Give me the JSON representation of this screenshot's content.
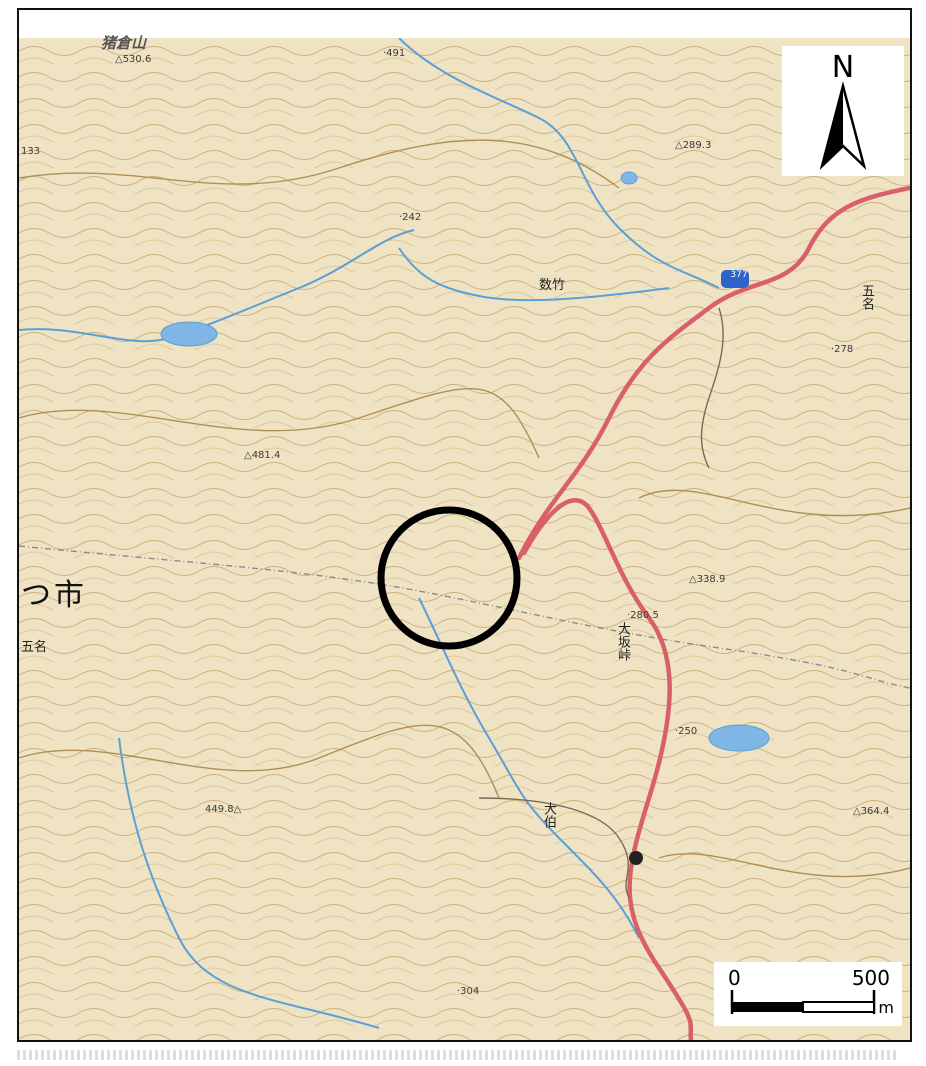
{
  "map": {
    "labels": {
      "mountain_name": "猪倉山",
      "city_fragment": "つ市",
      "left_place": "五名",
      "right_place": "五名",
      "village_top": "数竹",
      "pass": "大坂峠",
      "village_bottom": "大伯",
      "route_shield": "377"
    },
    "elevations": {
      "e1": "△530.6",
      "e2": "·491",
      "e3": "△289.3",
      "e4": "·242",
      "e5": "·278",
      "e6": "△481.4",
      "e7": "△338.9",
      "e8": "·280.5",
      "e9": "·250",
      "e10": "449.8△",
      "e11": "△364.4",
      "e12": "·304",
      "e13": "133"
    }
  },
  "north_arrow": {
    "letter": "N"
  },
  "scale_bar": {
    "min": "0",
    "max": "500",
    "unit": "m"
  },
  "colors": {
    "terrain": "#efe3c4",
    "contour": "#b89a62",
    "road": "#d8606a",
    "water": "#5aa0d6",
    "boundary": "#7a7a7a",
    "shield": "#2e63c9"
  }
}
